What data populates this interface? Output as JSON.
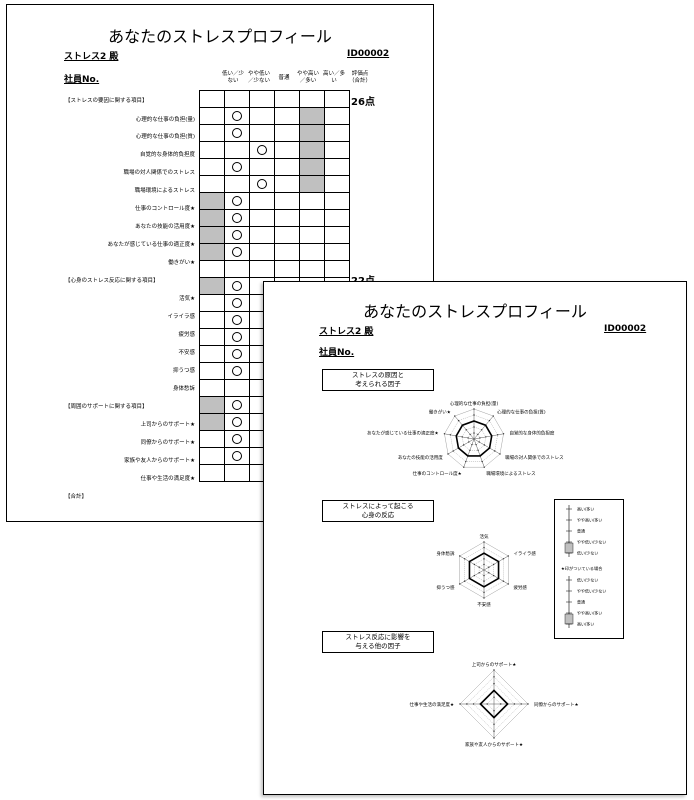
{
  "sheet1": {
    "title": "あなたのストレスプロフィール",
    "name": "ストレス2 殿",
    "id": "ID00002",
    "employee_no": "社員No.",
    "columns": [
      "低い／少ない",
      "やや低い／少ない",
      "普通",
      "やや高い／多い",
      "高い／多い",
      "評価点（合計）"
    ],
    "score1": "26点",
    "score2": "22点",
    "section1": "【ストレスの要因に関する項目】",
    "section2": "【心身のストレス反応に関する項目】",
    "section3": "【周囲のサポートに関する項目】",
    "section4": "【合計】",
    "rows1": [
      "心理的な仕事の負担(量)",
      "心理的な仕事の負担(質)",
      "自覚的な身体的負担度",
      "職場の対人関係でのストレス",
      "職場環境によるストレス",
      "仕事のコントロール度★",
      "あなたの技能の活用度★",
      "あなたが感じている仕事の適正度★",
      "働きがい★"
    ],
    "rows2": [
      "活気★",
      "イライラ感",
      "疲労感",
      "不安感",
      "抑うつ感",
      "身体愁訴"
    ],
    "rows3": [
      "上司からのサポート★",
      "同僚からのサポート★",
      "家族や友人からのサポート★",
      "仕事や生活の満足度★"
    ]
  },
  "sheet2": {
    "title": "あなたのストレスプロフィール",
    "name": "ストレス2 殿",
    "id": "ID00002",
    "employee_no": "社員No.",
    "box1": [
      "ストレスの原因と",
      "考えられる因子"
    ],
    "box2": [
      "ストレスによって起こる",
      "心身の反応"
    ],
    "box3": [
      "ストレス反応に影響を",
      "与える他の因子"
    ],
    "radar1_labels": [
      "心理的な仕事の負担(量)",
      "心理的な仕事の負担(質)",
      "自覚的な身体的負担度",
      "職場の対人関係でのストレス",
      "職場環境によるストレス",
      "仕事のコントロール度★",
      "あなたの技能の活用度",
      "あなたが感じている仕事の適正度★",
      "働きがい★"
    ],
    "radar2_labels": [
      "活気",
      "イライラ感",
      "疲労感",
      "不安感",
      "抑うつ感",
      "身体愁訴"
    ],
    "radar3_labels": [
      "上司からのサポート★",
      "同僚からのサポート★",
      "家族や友人からのサポート★",
      "仕事や生活の満足度★"
    ],
    "legend_top": [
      "高い/多い",
      "やや高い/多い",
      "普通",
      "やや低い/少ない",
      "低い/少ない"
    ],
    "legend_note": "★印がついている場合",
    "legend_bottom": [
      "低い/少ない",
      "やや低い/少ない",
      "普通",
      "やや高い/多い",
      "高い/多い"
    ]
  }
}
